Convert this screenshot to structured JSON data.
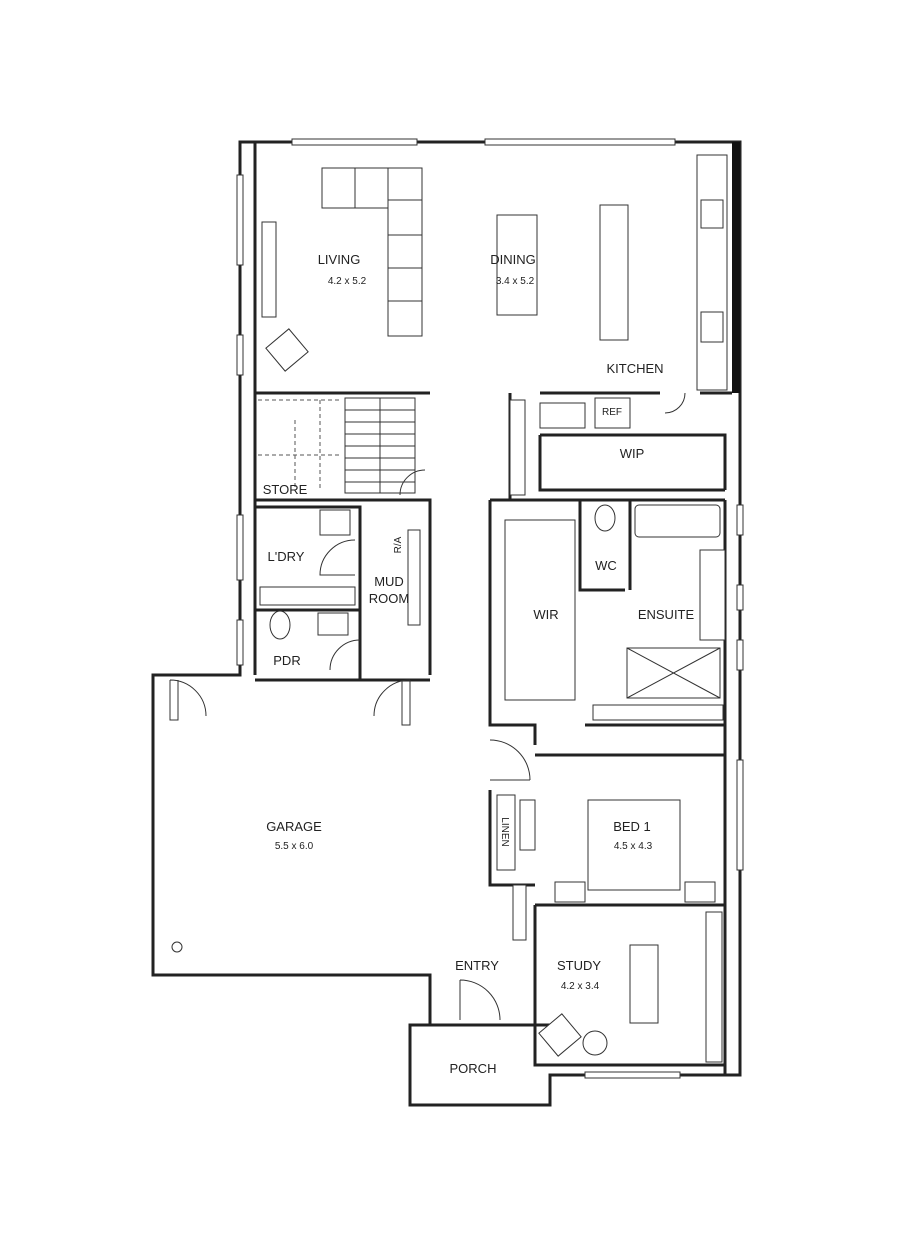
{
  "rooms": {
    "living": {
      "name": "LIVING",
      "size": "4.2 x 5.2"
    },
    "dining": {
      "name": "DINING",
      "size": "3.4 x 5.2"
    },
    "kitchen": {
      "name": "KITCHEN"
    },
    "ref": {
      "name": "REF"
    },
    "wip": {
      "name": "WIP"
    },
    "store": {
      "name": "STORE"
    },
    "laundry": {
      "name": "L'DRY"
    },
    "ra": {
      "name": "R/A"
    },
    "mud_room": {
      "name_line1": "MUD",
      "name_line2": "ROOM"
    },
    "wc": {
      "name": "WC"
    },
    "wir": {
      "name": "WIR"
    },
    "ensuite": {
      "name": "ENSUITE"
    },
    "pdr": {
      "name": "PDR"
    },
    "garage": {
      "name": "GARAGE",
      "size": "5.5 x 6.0"
    },
    "linen": {
      "name": "LINEN"
    },
    "bed1": {
      "name": "BED 1",
      "size": "4.5 x 4.3"
    },
    "entry": {
      "name": "ENTRY"
    },
    "study": {
      "name": "STUDY",
      "size": "4.2 x 3.4"
    },
    "porch": {
      "name": "PORCH"
    }
  }
}
